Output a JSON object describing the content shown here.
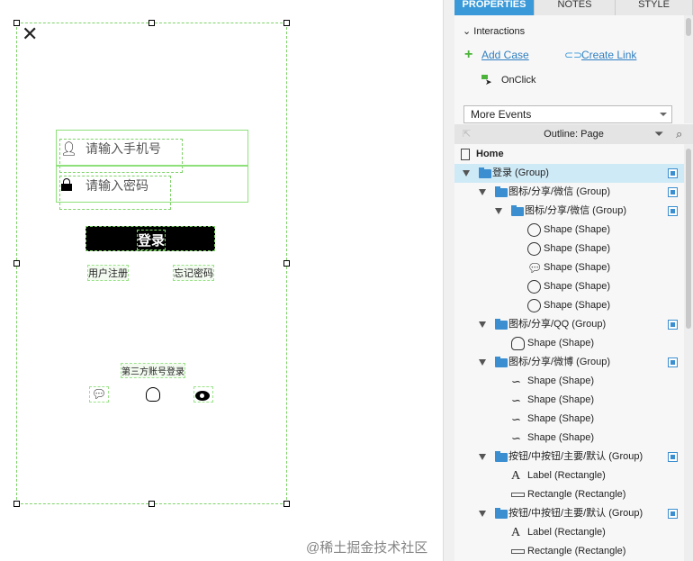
{
  "canvas": {
    "phone_placeholder": "请输入手机号",
    "password_placeholder": "请输入密码",
    "login_button": "登录",
    "register_link": "用户注册",
    "forgot_link": "忘记密码",
    "third_party_label": "第三方账号登录",
    "icons": [
      "close-icon",
      "user-icon",
      "lock-icon",
      "wechat-icon",
      "qq-icon",
      "weibo-icon"
    ]
  },
  "panel": {
    "tabs": [
      "PROPERTIES",
      "NOTES",
      "STYLE"
    ],
    "active_tab": "PROPERTIES",
    "interactions_label": "Interactions",
    "add_case": "Add Case",
    "create_link": "Create Link",
    "onclick": "OnClick",
    "more_events": "More Events",
    "outline_title": "Outline: Page",
    "home": "Home",
    "outline": [
      {
        "label": "登录 (Group)",
        "depth": 0,
        "type": "group",
        "selected": true
      },
      {
        "label": "图标/分享/微信 (Group)",
        "depth": 1,
        "type": "group"
      },
      {
        "label": "图标/分享/微信 (Group)",
        "depth": 2,
        "type": "group"
      },
      {
        "label": "Shape (Shape)",
        "depth": 3,
        "type": "circle"
      },
      {
        "label": "Shape (Shape)",
        "depth": 3,
        "type": "circle"
      },
      {
        "label": "Shape (Shape)",
        "depth": 3,
        "type": "wechat"
      },
      {
        "label": "Shape (Shape)",
        "depth": 3,
        "type": "circle"
      },
      {
        "label": "Shape (Shape)",
        "depth": 3,
        "type": "circle"
      },
      {
        "label": "图标/分享/QQ (Group)",
        "depth": 1,
        "type": "group"
      },
      {
        "label": "Shape (Shape)",
        "depth": 2,
        "type": "qq"
      },
      {
        "label": "图标/分享/微博 (Group)",
        "depth": 1,
        "type": "group"
      },
      {
        "label": "Shape (Shape)",
        "depth": 2,
        "type": "weibo"
      },
      {
        "label": "Shape (Shape)",
        "depth": 2,
        "type": "weibo"
      },
      {
        "label": "Shape (Shape)",
        "depth": 2,
        "type": "weibo"
      },
      {
        "label": "Shape (Shape)",
        "depth": 2,
        "type": "weibo"
      },
      {
        "label": "按钮/中按钮/主要/默认 (Group)",
        "depth": 1,
        "type": "group"
      },
      {
        "label": "Label (Rectangle)",
        "depth": 2,
        "type": "label"
      },
      {
        "label": "Rectangle (Rectangle)",
        "depth": 2,
        "type": "rect"
      },
      {
        "label": "按钮/中按钮/主要/默认 (Group)",
        "depth": 1,
        "type": "group"
      },
      {
        "label": "Label (Rectangle)",
        "depth": 2,
        "type": "label"
      },
      {
        "label": "Rectangle (Rectangle)",
        "depth": 2,
        "type": "rect"
      }
    ],
    "watermark": "@稀土掘金技术社区"
  }
}
